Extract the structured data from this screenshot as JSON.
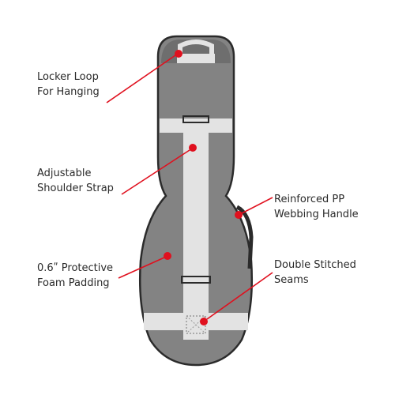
{
  "callouts": [
    {
      "id": "locker-loop",
      "lines": [
        "Locker Loop",
        "For Hanging"
      ]
    },
    {
      "id": "shoulder-strap",
      "lines": [
        "Adjustable",
        "Shoulder Strap"
      ]
    },
    {
      "id": "foam-padding",
      "lines": [
        "0.6ʺ Protective",
        "Foam Padding"
      ]
    },
    {
      "id": "webbing-handle",
      "lines": [
        "Reinforced PP",
        "Webbing Handle"
      ]
    },
    {
      "id": "stitched-seams",
      "lines": [
        "Double Stitched",
        "Seams"
      ]
    }
  ],
  "colors": {
    "bag_body": "#838383",
    "bag_outline": "#2b2b2b",
    "strap": "#e3e3e3",
    "leader_line": "#e0101e",
    "text": "#2a2a2a"
  }
}
